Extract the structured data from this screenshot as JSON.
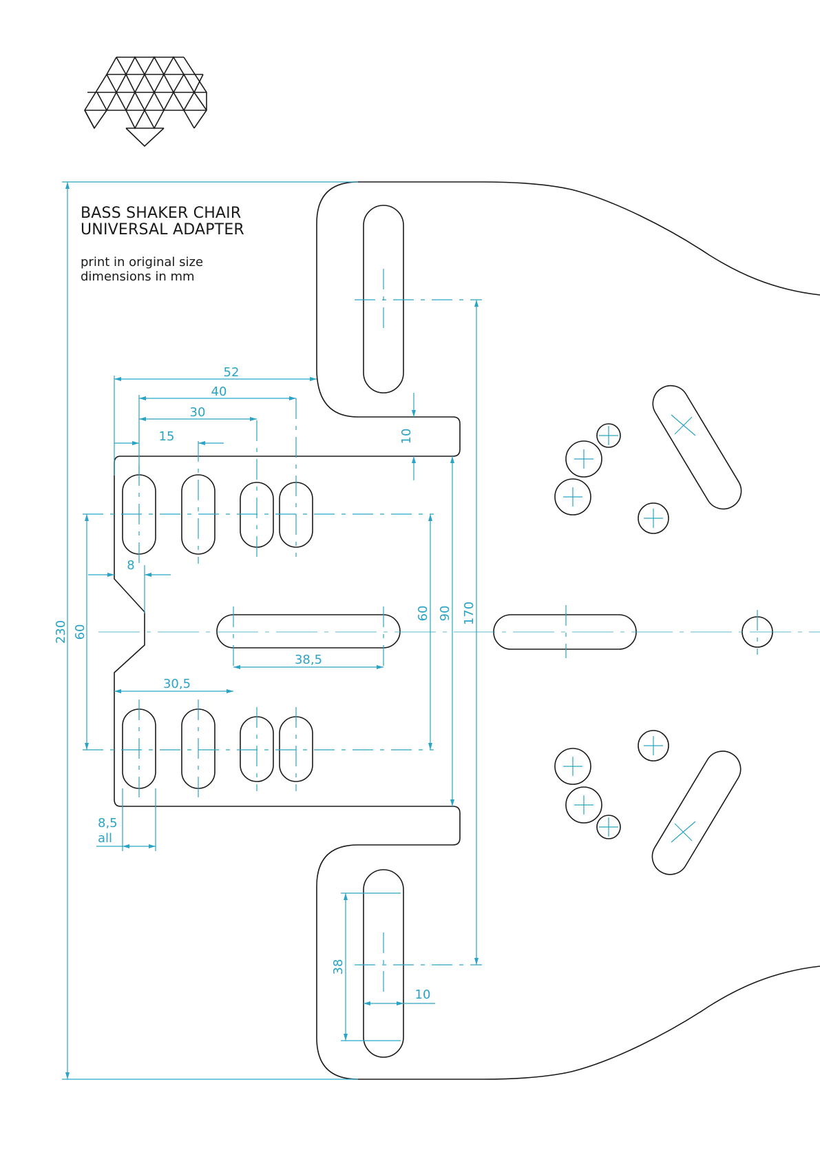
{
  "title": {
    "line1": "BASS SHAKER CHAIR",
    "line2": "UNIVERSAL ADAPTER"
  },
  "notes": {
    "line1": "print in original size",
    "line2": "dimensions in mm"
  },
  "dimensions": {
    "total_height": "230",
    "slot_row_spacing": "60",
    "inner_height_60": "60",
    "inner_height_90": "90",
    "outer_slot_spacing": "170",
    "offset_52": "52",
    "offset_40": "40",
    "offset_30": "30",
    "offset_15": "15",
    "notch_8": "8",
    "tab_10": "10",
    "center_slot_length": "38,5",
    "center_slot_offset": "30,5",
    "slot_width_value": "8,5",
    "slot_width_note": "all",
    "outer_slot_length": "38",
    "outer_slot_width": "10"
  },
  "colors": {
    "outline": "#1a1a1a",
    "dimension": "#2aa3c4",
    "background": "#ffffff"
  }
}
